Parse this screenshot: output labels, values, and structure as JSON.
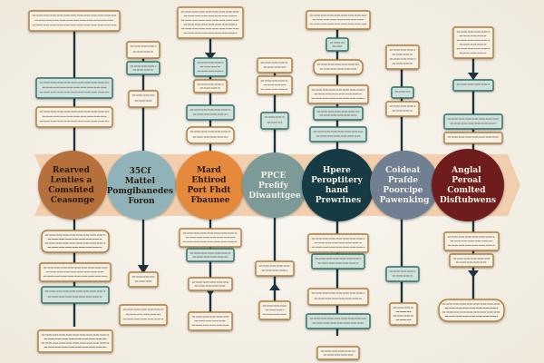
{
  "diagram": {
    "circles": [
      {
        "lines": [
          "Rearved",
          "Lenties a",
          "Comsfited",
          "Ceasonge"
        ],
        "color": "#b5703a",
        "text": "dark"
      },
      {
        "lines": [
          "35Cf",
          "Mattel",
          "Pomgibanedes",
          "Foron"
        ],
        "color": "#8fb3b8",
        "text": "dark"
      },
      {
        "lines": [
          "Mard",
          "Ehtirod",
          "Port Fhdt",
          "Fbaunee"
        ],
        "color": "#e58a3c",
        "text": "dark"
      },
      {
        "lines": [
          "PPCE",
          "Prefify",
          "Diwauttgee"
        ],
        "color": "#7b9a98",
        "text": "light"
      },
      {
        "lines": [
          "Hpere",
          "Peroptitery",
          "hand",
          "Prewrines"
        ],
        "color": "#153a45",
        "text": "light"
      },
      {
        "lines": [
          "Coideat",
          "Prafde",
          "Poorcipe",
          "Pawenking"
        ],
        "color": "#6f8092",
        "text": "light"
      },
      {
        "lines": [
          "Anglal",
          "Peroal",
          "Comlted",
          "Disftubwens"
        ],
        "color": "#6e1a1f",
        "text": "light"
      }
    ],
    "colors": {
      "band": "#f0c8a3",
      "line": "#1e3340",
      "boxFill": "#f7f1e3",
      "boxBorder": "#b07a3a",
      "tealFill": "#cfe3dc",
      "tealBorder": "#2e6e69"
    }
  }
}
